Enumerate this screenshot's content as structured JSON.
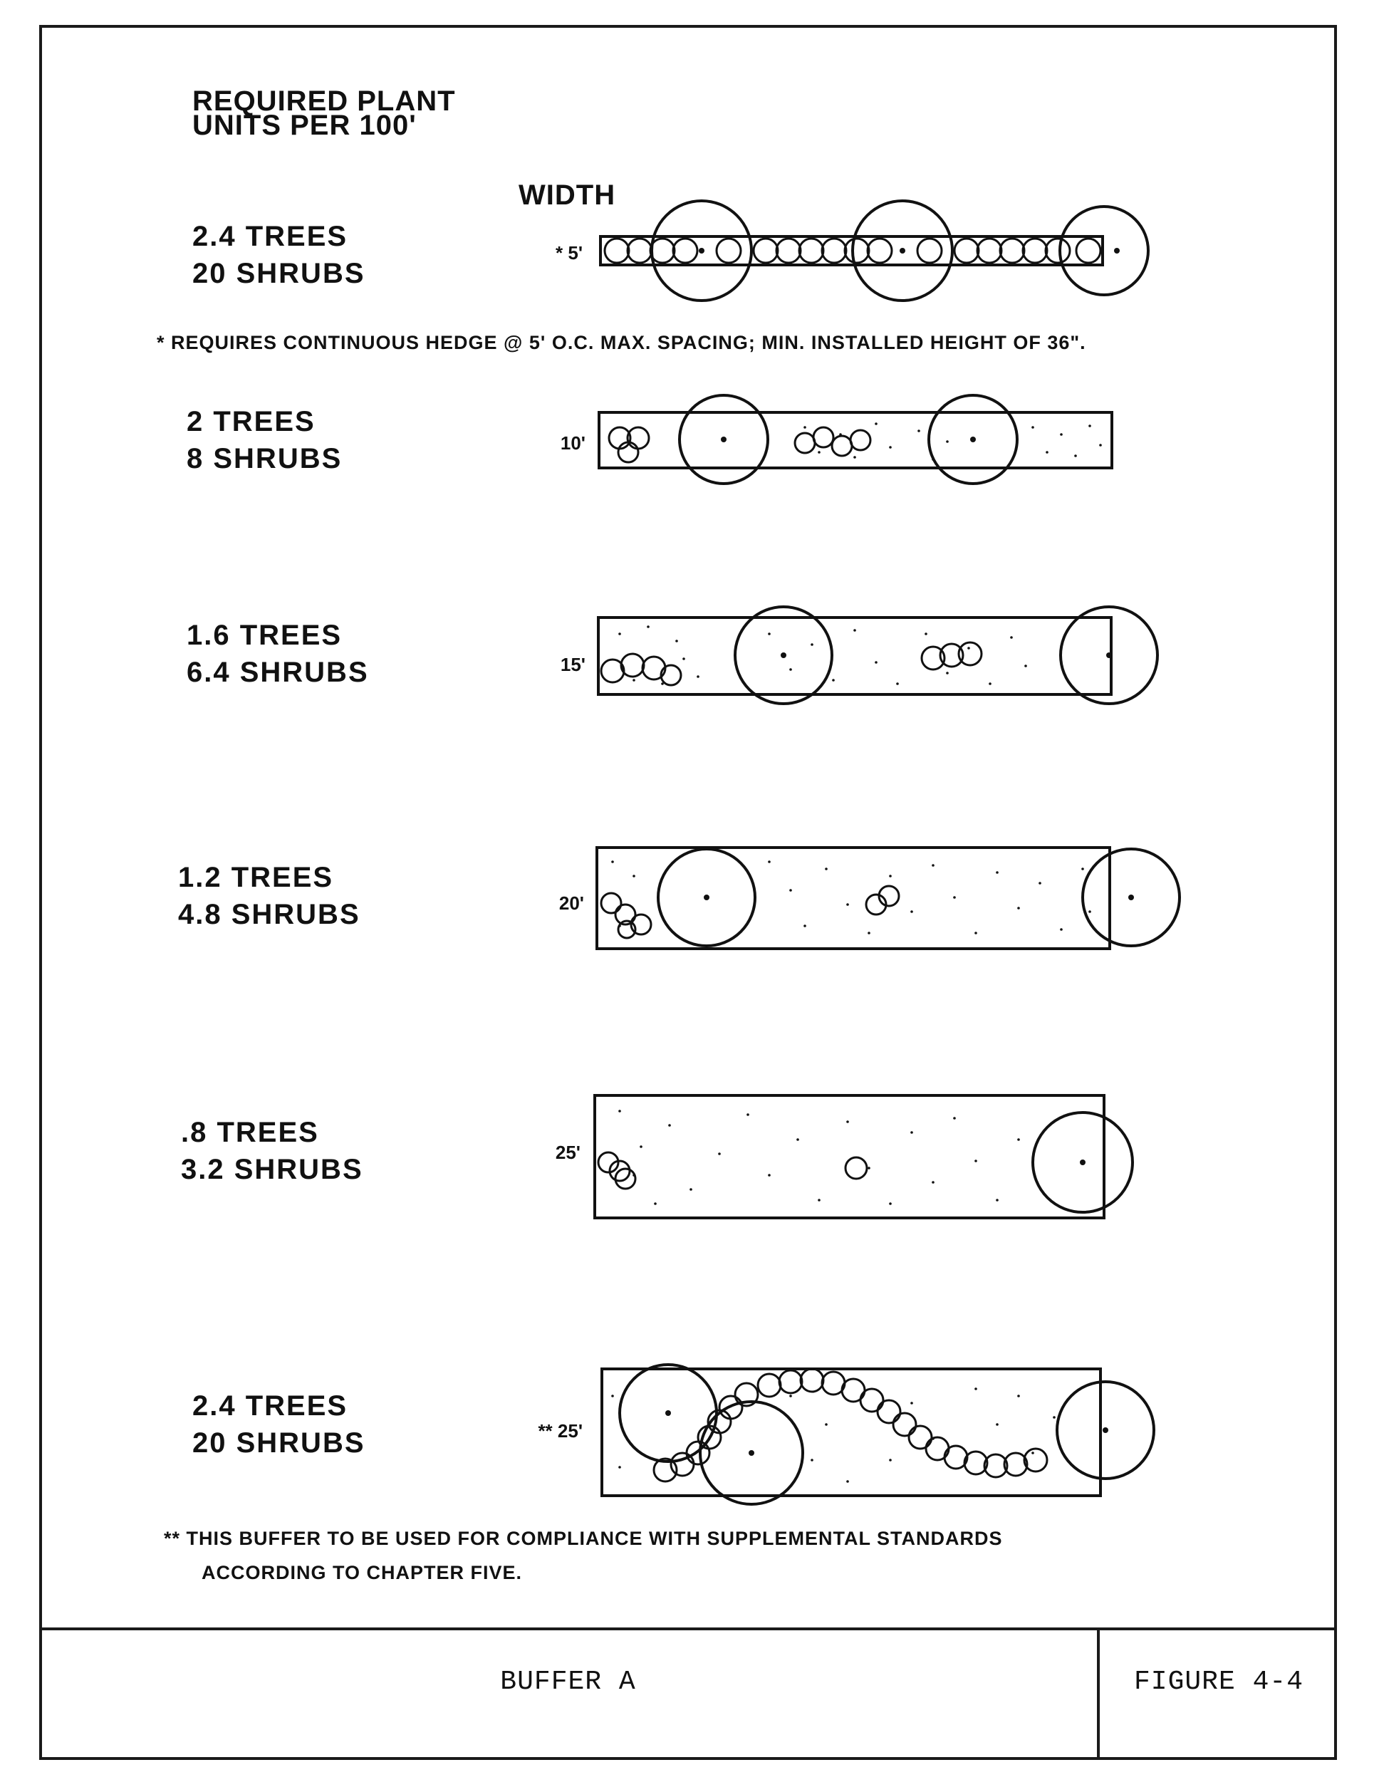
{
  "heading": {
    "line1": "REQUIRED PLANT",
    "line2": "UNITS PER 100'"
  },
  "width_header": "WIDTH",
  "rows": [
    {
      "trees": "2.4 TREES",
      "shrubs": "20 SHRUBS",
      "width": "* 5'"
    },
    {
      "trees": "2 TREES",
      "shrubs": "8 SHRUBS",
      "width": "10'"
    },
    {
      "trees": "1.6 TREES",
      "shrubs": "6.4 SHRUBS",
      "width": "15'"
    },
    {
      "trees": "1.2 TREES",
      "shrubs": "4.8 SHRUBS",
      "width": "20'"
    },
    {
      "trees": ".8 TREES",
      "shrubs": "3.2 SHRUBS",
      "width": "25'"
    },
    {
      "trees": "2.4 TREES",
      "shrubs": "20 SHRUBS",
      "width": "** 25'"
    }
  ],
  "note_hedge": "* REQUIRES CONTINUOUS HEDGE @ 5' O.C. MAX. SPACING; MIN. INSTALLED HEIGHT OF 36\".",
  "note_supplemental_1": "** THIS BUFFER TO BE USED FOR COMPLIANCE WITH SUPPLEMENTAL STANDARDS",
  "note_supplemental_2": "ACCORDING TO CHAPTER FIVE.",
  "footer": {
    "title": "BUFFER A",
    "figure": "FIGURE 4-4"
  },
  "colors": {
    "ink": "#111111",
    "paper": "#ffffff"
  }
}
